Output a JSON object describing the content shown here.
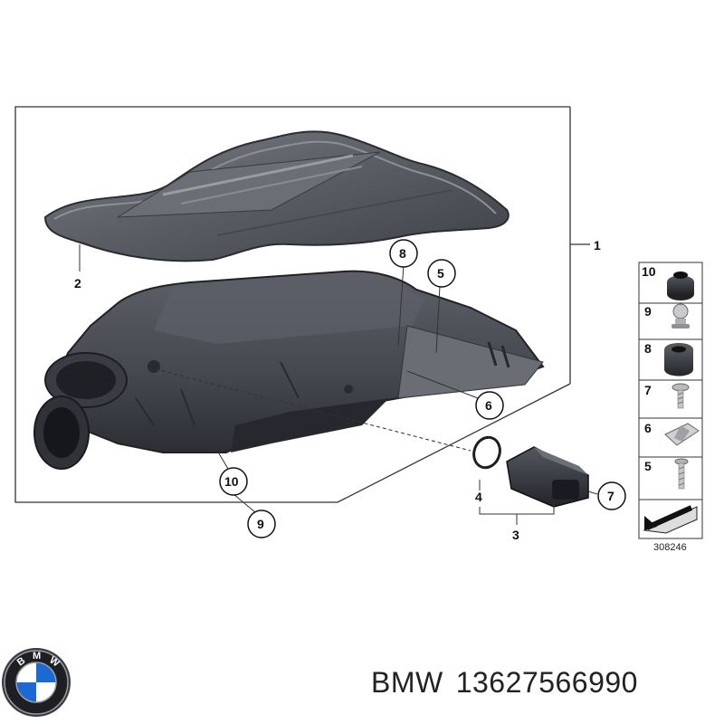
{
  "callouts": {
    "c1": "1",
    "c2": "2",
    "c3": "3",
    "c4": "4",
    "c5": "5",
    "c6": "6",
    "c7": "7",
    "c8": "8",
    "c9": "9",
    "c10": "10"
  },
  "legend": [
    "10",
    "9",
    "8",
    "7",
    "6",
    "5"
  ],
  "reference_number": "308246",
  "brand": "BMW",
  "part_number": "13627566990",
  "logo_letters": "BMW",
  "colors": {
    "housing": "#4a4c55",
    "housing_dark": "#2e3037",
    "lid": "#5c5e66",
    "logo_blue": "#1c69d4"
  }
}
